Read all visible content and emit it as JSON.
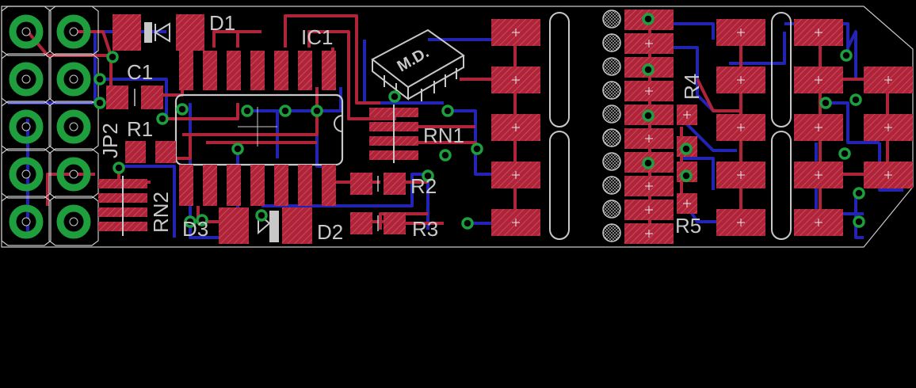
{
  "board": {
    "colors": {
      "background": "#000000",
      "outline": "#c8c8c8",
      "top_copper": "#b0243a",
      "bottom_copper": "#2323b4",
      "pad_fill": "#b0243a",
      "via_ring": "#1e9e3c",
      "silkscreen": "#c8c8c8"
    },
    "labels": {
      "d1": "D1",
      "ic1": "IC1",
      "c1": "C1",
      "r1": "R1",
      "jp2": "JP2",
      "rn2": "RN2",
      "rn1": "RN1",
      "r2": "R2",
      "r3": "R3",
      "d3": "D3",
      "d2": "D2",
      "r4": "R4",
      "r5": "R5"
    },
    "logo_text": "M.D."
  }
}
